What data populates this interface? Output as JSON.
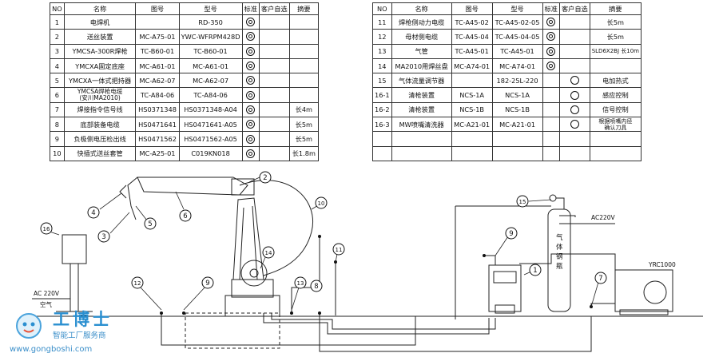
{
  "table_left": {
    "headers": [
      "NO",
      "名称",
      "图号",
      "型号",
      "标准",
      "客户自选",
      "摘要"
    ],
    "rows": [
      {
        "no": "1",
        "name": "电焊机",
        "drawing": "",
        "model": "RD-350",
        "std": true,
        "opt": false,
        "note": ""
      },
      {
        "no": "2",
        "name": "送丝装置",
        "drawing": "MC-A75-01",
        "model": "YWC-WFRPM428D",
        "std": true,
        "opt": false,
        "note": ""
      },
      {
        "no": "3",
        "name": "YMCSA-300R焊枪",
        "drawing": "TC-B60-01",
        "model": "TC-B60-01",
        "std": true,
        "opt": false,
        "note": ""
      },
      {
        "no": "4",
        "name": "YMCXA固定底座",
        "drawing": "MC-A61-01",
        "model": "MC-A61-01",
        "std": true,
        "opt": false,
        "note": ""
      },
      {
        "no": "5",
        "name": "YMCXA一体式把持器",
        "drawing": "MC-A62-07",
        "model": "MC-A62-07",
        "std": true,
        "opt": false,
        "note": ""
      },
      {
        "no": "6",
        "name": "YMCSA焊枪电缆\n(安川MA2010)",
        "drawing": "TC-A84-06",
        "model": "TC-A84-06",
        "std": true,
        "opt": false,
        "note": ""
      },
      {
        "no": "7",
        "name": "焊接指令信号线",
        "drawing": "HS0371348",
        "model": "HS0371348-A04",
        "std": true,
        "opt": false,
        "note": "长4m"
      },
      {
        "no": "8",
        "name": "底部装备电缆",
        "drawing": "HS0471641",
        "model": "HS0471641-A05",
        "std": true,
        "opt": false,
        "note": "长5m"
      },
      {
        "no": "9",
        "name": "负极侧电压检出线",
        "drawing": "HS0471562",
        "model": "HS0471562-A05",
        "std": true,
        "opt": false,
        "note": "长5m"
      },
      {
        "no": "10",
        "name": "快插式送丝套管",
        "drawing": "MC-A25-01",
        "model": "C019KN018",
        "std": true,
        "opt": false,
        "note": "长1.8m"
      }
    ]
  },
  "table_right": {
    "headers": [
      "NO",
      "名称",
      "图号",
      "型号",
      "标准",
      "客户自选",
      "摘要"
    ],
    "rows": [
      {
        "no": "11",
        "name": "焊枪侧动力电缆",
        "drawing": "TC-A45-02",
        "model": "TC-A45-02-05",
        "std": true,
        "opt": false,
        "note": "长5m"
      },
      {
        "no": "12",
        "name": "母材侧电缆",
        "drawing": "TC-A45-04",
        "model": "TC-A45-04-05",
        "std": true,
        "opt": false,
        "note": "长5m"
      },
      {
        "no": "13",
        "name": "气管",
        "drawing": "TC-A45-01",
        "model": "TC-A45-01",
        "std": true,
        "opt": false,
        "note": "SLD6X2BJ 长10m"
      },
      {
        "no": "14",
        "name": "MA2010用焊丝盘",
        "drawing": "MC-A74-01",
        "model": "MC-A74-01",
        "std": true,
        "opt": false,
        "note": ""
      },
      {
        "no": "15",
        "name": "气体流量调节器",
        "drawing": "",
        "model": "182-25L-220",
        "std": false,
        "opt": true,
        "note": "电加热式"
      },
      {
        "no": "16-1",
        "name": "清枪装置",
        "drawing": "NCS-1A",
        "model": "NCS-1A",
        "std": false,
        "opt": true,
        "note": "感应控制"
      },
      {
        "no": "16-2",
        "name": "清枪装置",
        "drawing": "NCS-1B",
        "model": "NCS-1B",
        "std": false,
        "opt": true,
        "note": "信号控制"
      },
      {
        "no": "16-3",
        "name": "MW喷嘴清洗器",
        "drawing": "MC-A21-01",
        "model": "MC-A21-01",
        "std": false,
        "opt": true,
        "note": "根据喷嘴内径\n确认刀具"
      },
      {
        "no": "",
        "name": "",
        "drawing": "",
        "model": "",
        "std": false,
        "opt": false,
        "note": ""
      },
      {
        "no": "",
        "name": "",
        "drawing": "",
        "model": "",
        "std": false,
        "opt": false,
        "note": ""
      }
    ]
  },
  "diagram": {
    "callouts": [
      "1",
      "2",
      "3",
      "4",
      "5",
      "6",
      "7",
      "8",
      "9",
      "9",
      "10",
      "11",
      "12",
      "13",
      "14",
      "15",
      "16"
    ],
    "labels": {
      "ac220_left": "AC 220V",
      "air": "空气",
      "ac220_right": "AC220V",
      "yrc": "YRC1000",
      "gas_bottle": "气体钢瓶"
    }
  },
  "watermark": {
    "title": "工博士",
    "subtitle": "智能工厂服务商",
    "url": "www.gongboshi.com"
  }
}
